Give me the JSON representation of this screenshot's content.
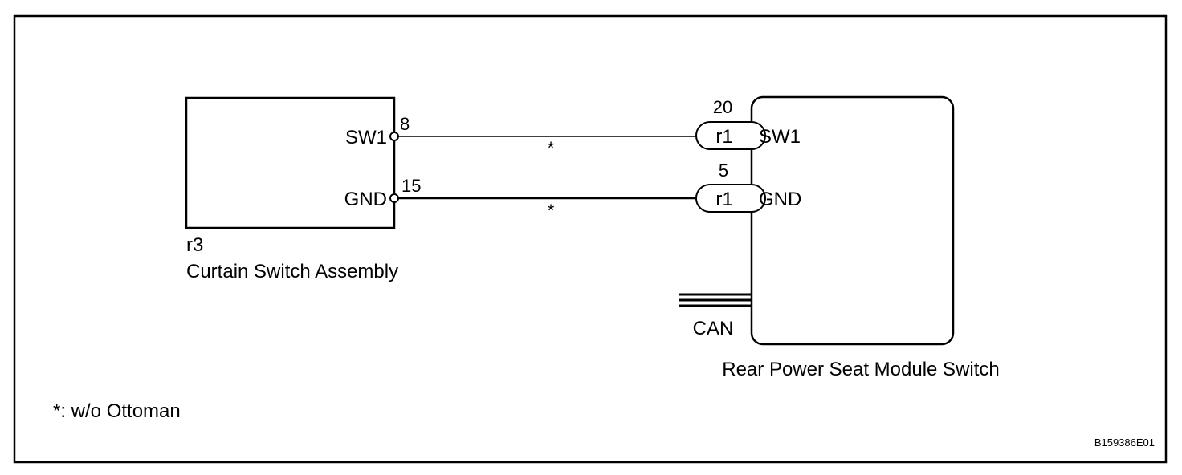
{
  "components": {
    "curtain_switch": {
      "connector": "r3",
      "name": "Curtain Switch Assembly",
      "pins": [
        {
          "label": "SW1",
          "number": "8"
        },
        {
          "label": "GND",
          "number": "15"
        }
      ]
    },
    "seat_module": {
      "name": "Rear Power Seat Module Switch",
      "pins": [
        {
          "label": "SW1",
          "number": "20",
          "connector": "r1"
        },
        {
          "label": "GND",
          "number": "5",
          "connector": "r1"
        }
      ],
      "bus_label": "CAN"
    }
  },
  "wires": [
    {
      "from": "SW1",
      "to": "SW1",
      "mark": "*"
    },
    {
      "from": "GND",
      "to": "GND",
      "mark": "*"
    }
  ],
  "footnote": "*: w/o Ottoman",
  "figure_code": "B159386E01"
}
